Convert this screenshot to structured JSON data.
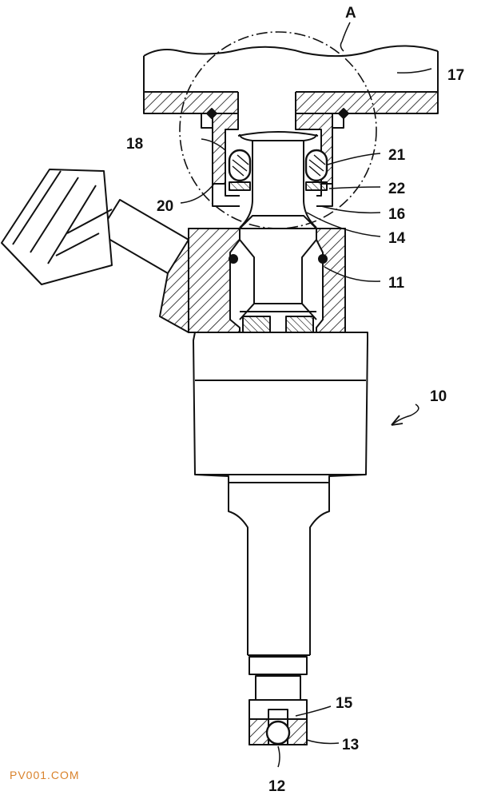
{
  "labels": {
    "detail_a": "A",
    "n10": "10",
    "n11": "11",
    "n12": "12",
    "n13": "13",
    "n14": "14",
    "n15": "15",
    "n16": "16",
    "n17": "17",
    "n18": "18",
    "n20": "20",
    "n21": "21",
    "n22": "22"
  },
  "watermark": "PV001.COM",
  "colors": {
    "line": "#111111",
    "background": "#ffffff",
    "watermark": "#d9822b"
  }
}
